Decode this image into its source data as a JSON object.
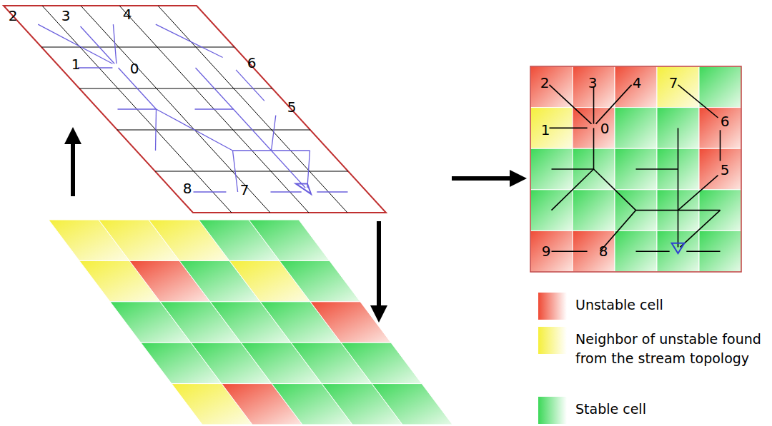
{
  "diagram": {
    "labels": [
      "2",
      "3",
      "4",
      "1",
      "0",
      "6",
      "5",
      "8",
      "7",
      "2",
      "3",
      "4",
      "7",
      "1",
      "0",
      "6",
      "5",
      "9",
      "8"
    ],
    "legend": [
      {
        "text": "Unstable cell",
        "color": "#ef4a35"
      },
      {
        "text": "Neighbor of unstable found from the stream topology",
        "color": "#f5ef3c"
      },
      {
        "text": "Stable cell",
        "color": "#3cd858"
      }
    ]
  }
}
